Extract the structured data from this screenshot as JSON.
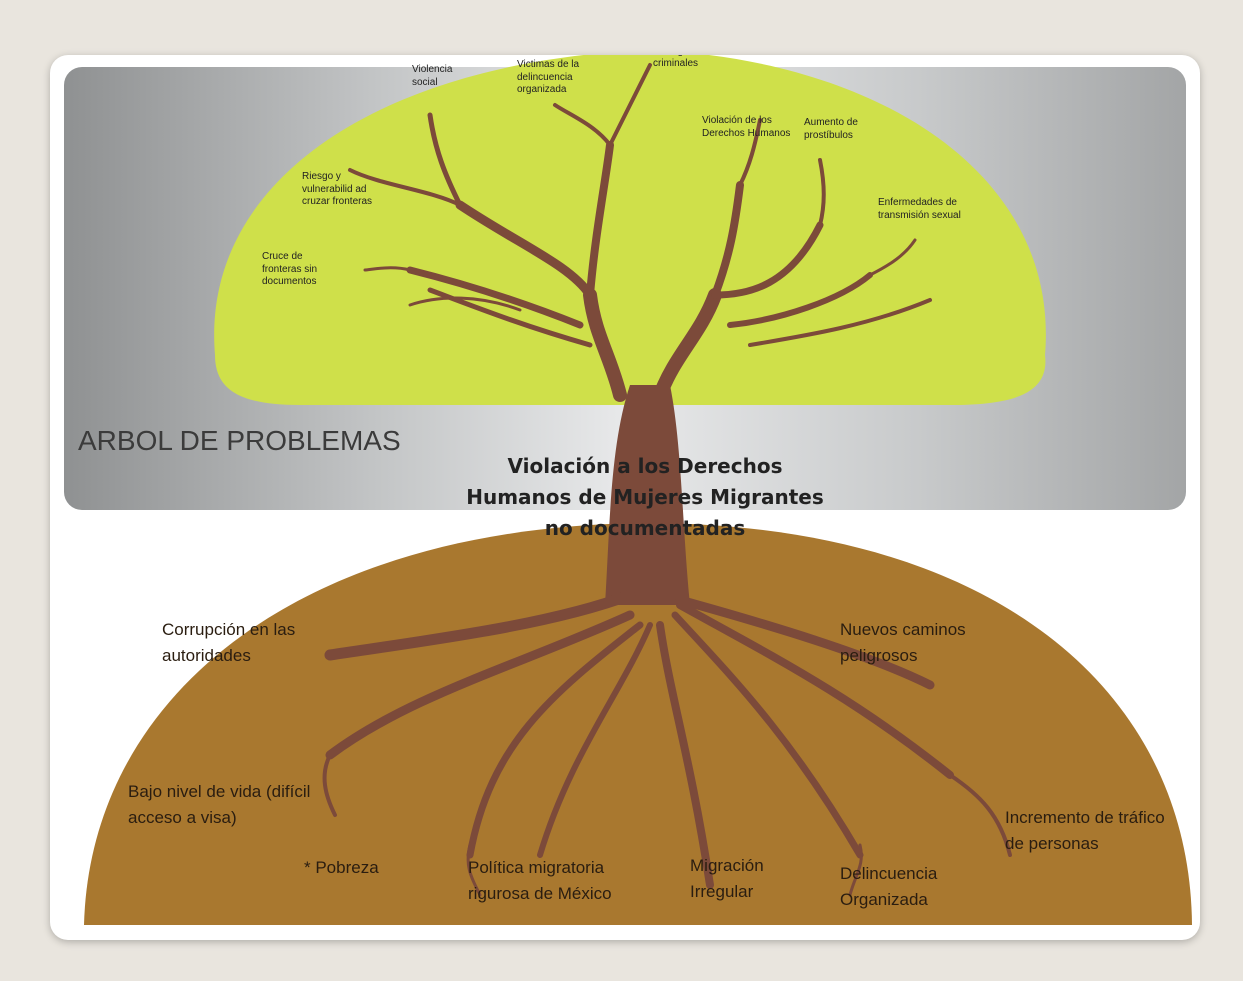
{
  "heading": "ARBOL DE PROBLEMAS",
  "central_problem": [
    "Violación  a los Derechos",
    "Humanos  de Mujeres Migrantes",
    "no documentadas"
  ],
  "effects": {
    "violencia": "Violencia social",
    "victimas": "Victimas de la delincuencia organizada",
    "estigma": "Estigmatizac ión de migrantes a criminales",
    "riesgo": "Riesgo y vulnerabilid ad cruzar fronteras",
    "cruce": "Cruce de fronteras sin documentos",
    "violacion": "Violación de los Derechos Humanos",
    "aumento": "Aumento de prostíbulos",
    "enfermedades": "Enfermedades de transmisión sexual"
  },
  "causes": {
    "corrupcion": "Corrupción en las autoridades",
    "caminos": "Nuevos caminos peligrosos",
    "bajo_nivel": "Bajo nivel de vida (difícil acceso a visa)",
    "pobreza": "* Pobreza",
    "politica": "Política migratoria rigurosa de México",
    "migracion": "Migración Irregular",
    "delincuencia": "Delincuencia Organizada",
    "trafico": "Incremento de tráfico de personas"
  },
  "colors": {
    "canopy": "#cfe04a",
    "ground": "#a9782f",
    "trunk": "#7c4a3a",
    "sky_mid": "#e8e9ea",
    "sky_edge": "#8f9192"
  }
}
